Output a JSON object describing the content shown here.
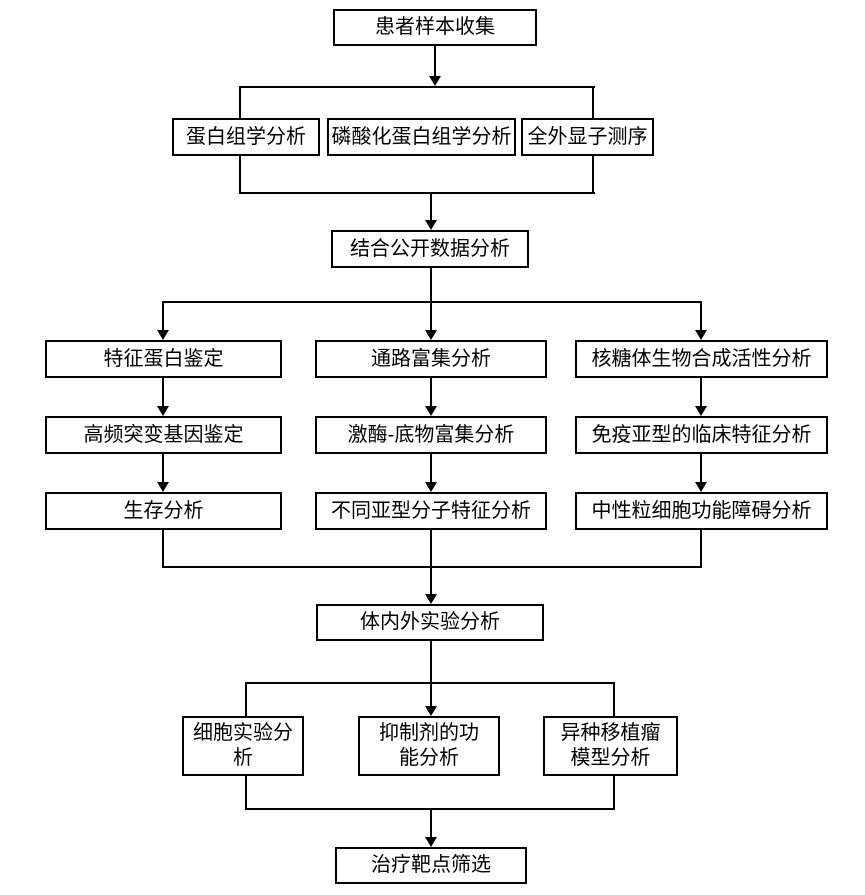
{
  "flowchart": {
    "nodes": {
      "patient_sample_collection": {
        "label": "患者样本收集"
      },
      "proteomics_analysis": {
        "label": "蛋白组学分析"
      },
      "phosphoproteomics_analysis": {
        "label": "磷酸化蛋白组学分析"
      },
      "whole_exome_sequencing": {
        "label": "全外显子测序"
      },
      "public_data_analysis": {
        "label": "结合公开数据分析"
      },
      "feature_protein_identification": {
        "label": "特征蛋白鉴定"
      },
      "high_freq_mutation_gene_identification": {
        "label": "高频突变基因鉴定"
      },
      "survival_analysis": {
        "label": "生存分析"
      },
      "pathway_enrichment_analysis": {
        "label": "通路富集分析"
      },
      "kinase_substrate_enrichment_analysis": {
        "label": "激酶-底物富集分析"
      },
      "subtype_molecular_feature_analysis": {
        "label": "不同亚型分子特征分析"
      },
      "ribosome_biogenesis_activity_analysis": {
        "label": "核糖体生物合成活性分析"
      },
      "immune_subtype_clinical_feature_analysis": {
        "label": "免疫亚型的临床特征分析"
      },
      "neutrophil_dysfunction_analysis": {
        "label": "中性粒细胞功能障碍分析"
      },
      "in_vivo_in_vitro_experiment_analysis": {
        "label": "体内外实验分析"
      },
      "cell_experiment_analysis": {
        "label": "细胞实验分析",
        "line1": "细胞实验分",
        "line2": "析"
      },
      "inhibitor_function_analysis": {
        "label": "抑制剂的功能分析",
        "line1": "抑制剂的功",
        "line2": "能分析"
      },
      "xenograft_tumor_model_analysis": {
        "label": "异种移植瘤模型分析",
        "line1": "异种移植瘤",
        "line2": "模型分析"
      },
      "therapeutic_target_screening": {
        "label": "治疗靶点筛选"
      }
    },
    "edges": [
      {
        "from": "patient_sample_collection",
        "to": "proteomics_analysis"
      },
      {
        "from": "patient_sample_collection",
        "to": "phosphoproteomics_analysis"
      },
      {
        "from": "patient_sample_collection",
        "to": "whole_exome_sequencing"
      },
      {
        "from": "proteomics_analysis",
        "to": "public_data_analysis"
      },
      {
        "from": "phosphoproteomics_analysis",
        "to": "public_data_analysis"
      },
      {
        "from": "whole_exome_sequencing",
        "to": "public_data_analysis"
      },
      {
        "from": "public_data_analysis",
        "to": "feature_protein_identification"
      },
      {
        "from": "public_data_analysis",
        "to": "pathway_enrichment_analysis"
      },
      {
        "from": "public_data_analysis",
        "to": "ribosome_biogenesis_activity_analysis"
      },
      {
        "from": "feature_protein_identification",
        "to": "high_freq_mutation_gene_identification"
      },
      {
        "from": "high_freq_mutation_gene_identification",
        "to": "survival_analysis"
      },
      {
        "from": "pathway_enrichment_analysis",
        "to": "kinase_substrate_enrichment_analysis"
      },
      {
        "from": "kinase_substrate_enrichment_analysis",
        "to": "subtype_molecular_feature_analysis"
      },
      {
        "from": "ribosome_biogenesis_activity_analysis",
        "to": "immune_subtype_clinical_feature_analysis"
      },
      {
        "from": "immune_subtype_clinical_feature_analysis",
        "to": "neutrophil_dysfunction_analysis"
      },
      {
        "from": "survival_analysis",
        "to": "in_vivo_in_vitro_experiment_analysis"
      },
      {
        "from": "subtype_molecular_feature_analysis",
        "to": "in_vivo_in_vitro_experiment_analysis"
      },
      {
        "from": "neutrophil_dysfunction_analysis",
        "to": "in_vivo_in_vitro_experiment_analysis"
      },
      {
        "from": "in_vivo_in_vitro_experiment_analysis",
        "to": "cell_experiment_analysis"
      },
      {
        "from": "in_vivo_in_vitro_experiment_analysis",
        "to": "inhibitor_function_analysis"
      },
      {
        "from": "in_vivo_in_vitro_experiment_analysis",
        "to": "xenograft_tumor_model_analysis"
      },
      {
        "from": "cell_experiment_analysis",
        "to": "therapeutic_target_screening"
      },
      {
        "from": "inhibitor_function_analysis",
        "to": "therapeutic_target_screening"
      },
      {
        "from": "xenograft_tumor_model_analysis",
        "to": "therapeutic_target_screening"
      }
    ],
    "colors": {
      "line": "#000000",
      "box_border": "#000000",
      "box_background": "#ffffff",
      "text": "#000000",
      "page_background": "#ffffff"
    }
  }
}
